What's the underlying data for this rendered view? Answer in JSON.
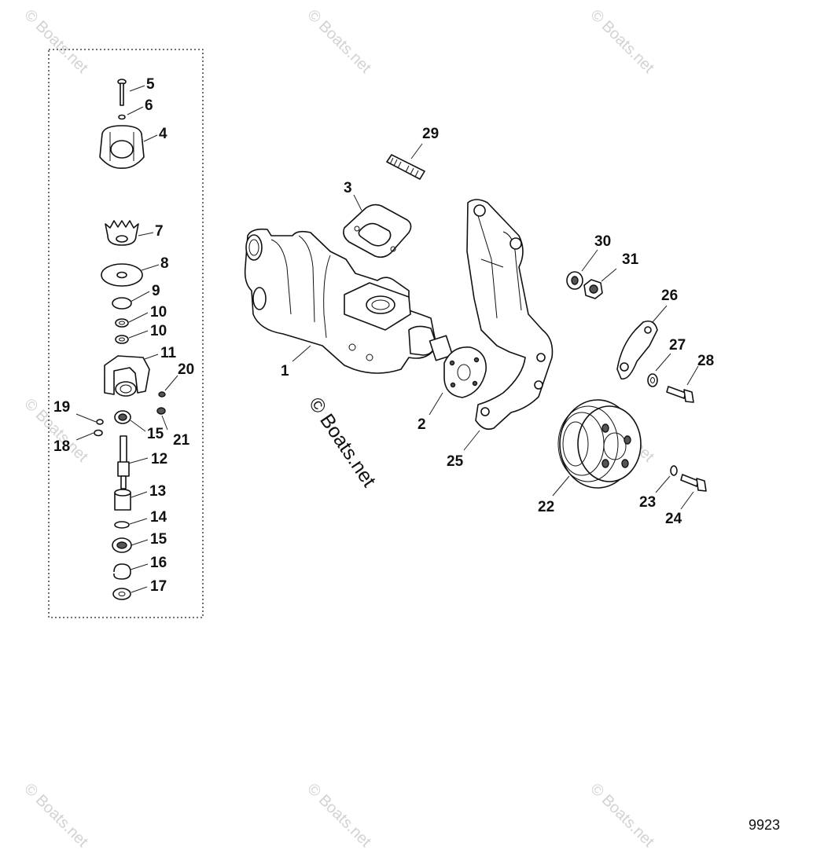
{
  "figure_number": "9923",
  "watermark": {
    "main": "© Boats.net",
    "faint": "© Boats.net"
  },
  "callouts": {
    "c1": "1",
    "c2": "2",
    "c3": "3",
    "c4": "4",
    "c5": "5",
    "c6": "6",
    "c7": "7",
    "c8": "8",
    "c9": "9",
    "c10a": "10",
    "c10b": "10",
    "c11": "11",
    "c12": "12",
    "c13": "13",
    "c14": "14",
    "c15a": "15",
    "c15b": "15",
    "c16": "16",
    "c17": "17",
    "c18": "18",
    "c19": "19",
    "c20": "20",
    "c21": "21",
    "c22": "22",
    "c23": "23",
    "c24": "24",
    "c25": "25",
    "c26": "26",
    "c27": "27",
    "c28": "28",
    "c29": "29",
    "c30": "30",
    "c31": "31"
  }
}
